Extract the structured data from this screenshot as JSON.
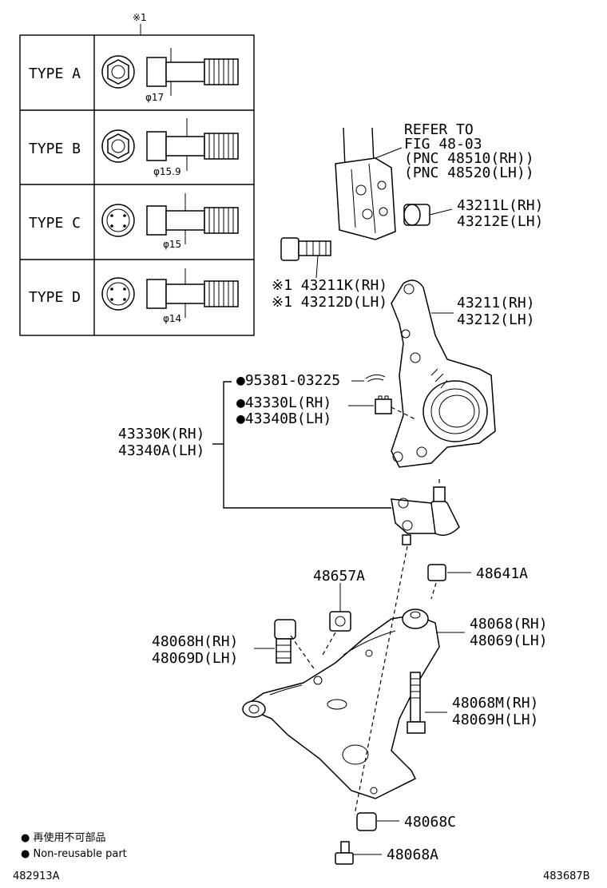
{
  "table": {
    "header_mark": "※1",
    "rows": [
      {
        "type": "TYPE  A",
        "dia": "φ17"
      },
      {
        "type": "TYPE  B",
        "dia": "φ15.9"
      },
      {
        "type": "TYPE  C",
        "dia": "φ15"
      },
      {
        "type": "TYPE  D",
        "dia": "φ14"
      }
    ]
  },
  "refer": [
    "REFER TO",
    "FIG 48-03",
    "(PNC 48510(RH))",
    "(PNC 48520(LH))"
  ],
  "parts": {
    "p43211L": [
      "43211L(RH)",
      "43212E(LH)"
    ],
    "p43211K": [
      "※1 43211K(RH)",
      "※1 43212D(LH)"
    ],
    "p43211": [
      "43211(RH)",
      "43212(LH)"
    ],
    "p95381": "●95381-03225",
    "p43330L": [
      "●43330L(RH)",
      "●43340B(LH)"
    ],
    "p43330K": [
      "43330K(RH)",
      "43340A(LH)"
    ],
    "p48657A": "48657A",
    "p48641A": "48641A",
    "p48068H": [
      "48068H(RH)",
      "48069D(LH)"
    ],
    "p48068": [
      "48068(RH)",
      "48069(LH)"
    ],
    "p48068M": [
      "48068M(RH)",
      "48069H(LH)"
    ],
    "p48068C": "48068C",
    "p48068A": "48068A"
  },
  "legend": [
    "● 再使用不可部品",
    "● Non-reusable part"
  ],
  "codes": {
    "left": "482913A",
    "right": "483687B"
  }
}
